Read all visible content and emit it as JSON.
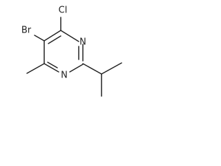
{
  "molecule": {
    "atoms": {
      "br": "Br",
      "cl": "Cl",
      "n_top": "N",
      "n_bottom": "N"
    }
  }
}
